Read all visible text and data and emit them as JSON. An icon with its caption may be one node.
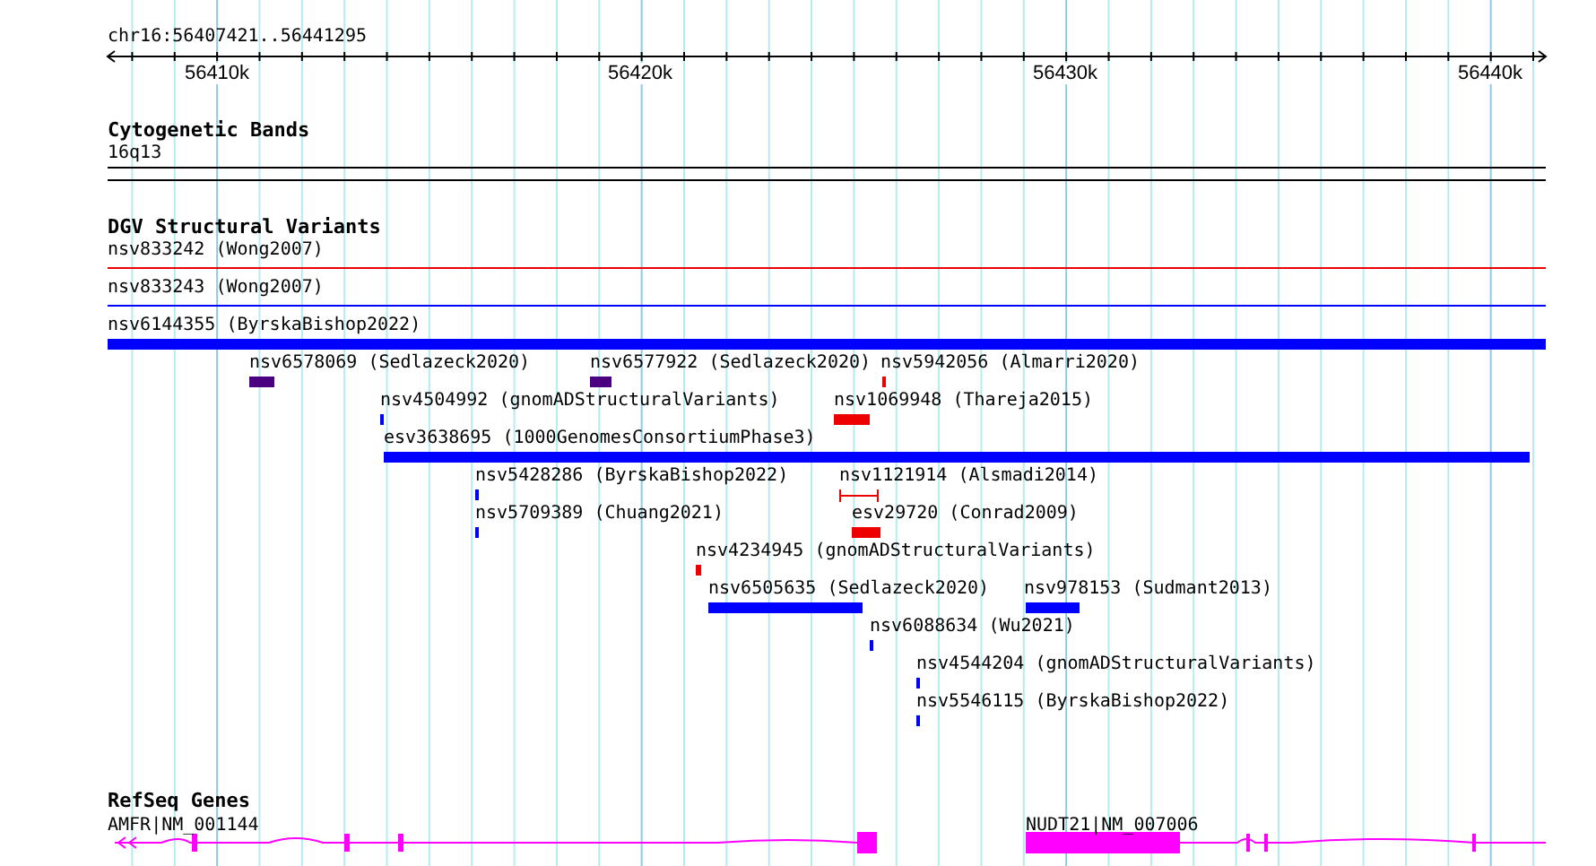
{
  "diagram": {
    "labels": [
      "chr16:56407421..56441295",
      "56410k",
      "56420k",
      "56430k",
      "56440k",
      "Cytogenetic Bands",
      "16q13",
      "DGV Structural Variants",
      "nsv833242 (Wong2007)",
      "nsv833243 (Wong2007)",
      "nsv6144355 (ByrskaBishop2022)",
      "nsv6578069 (Sedlazeck2020)",
      "nsv6577922 (Sedlazeck2020)",
      "nsv5942056 (Almarri2020)",
      "nsv4504992 (gnomADStructuralVariants)",
      "nsv1069948 (Thareja2015)",
      "esv3638695 (1000GenomesConsortiumPhase3)",
      "nsv5428286 (ByrskaBishop2022)",
      "nsv1121914 (Alsmadi2014)",
      "nsv5709389 (Chuang2021)",
      "esv29720 (Conrad2009)",
      "nsv4234945 (gnomADStructuralVariants)",
      "nsv6505635 (Sedlazeck2020)",
      "nsv978153 (Sudmant2013)",
      "nsv6088634 (Wu2021)",
      "nsv4544204 (gnomADStructuralVariants)",
      "nsv5546115 (ByrskaBishop2022)",
      "RefSeq Genes",
      "AMFR|NM_001144",
      "NUDT21|NM_007006"
    ]
  }
}
